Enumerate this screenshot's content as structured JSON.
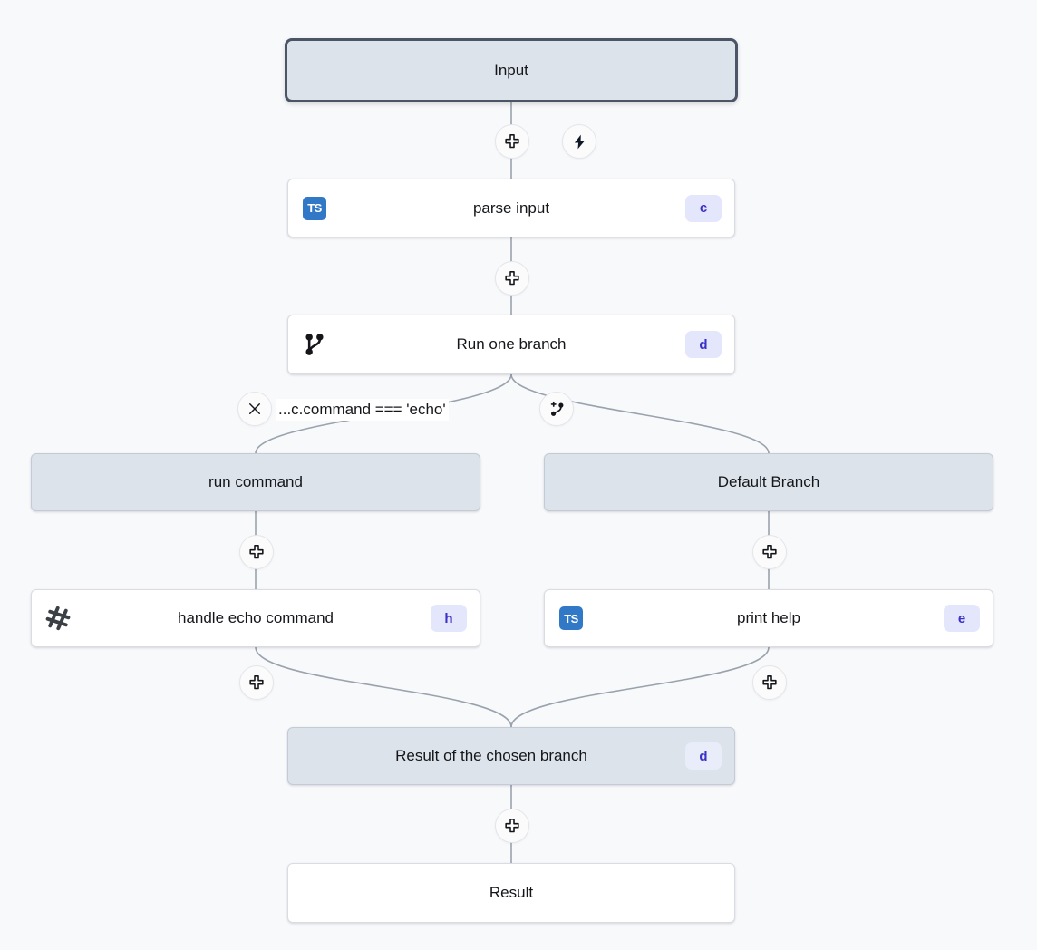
{
  "canvas": {
    "background": "#f8f9fb",
    "node_grey": "#dce3ea",
    "node_white": "#ffffff",
    "badge_bg": "#e4e6fb",
    "badge_fg": "#3b31c6",
    "ts_blue": "#3178c6",
    "edge_color": "#9aa2ad"
  },
  "nodes": {
    "input": {
      "label": "Input"
    },
    "parse_input": {
      "label": "parse input",
      "badge": "c",
      "icon": "typescript-icon"
    },
    "run_one_branch": {
      "label": "Run one branch",
      "badge": "d",
      "icon": "git-branch-icon"
    },
    "branch_left": {
      "label": "run command"
    },
    "branch_right": {
      "label": "Default Branch"
    },
    "handle_echo": {
      "label": "handle echo command",
      "badge": "h",
      "icon": "bash-hash-icon"
    },
    "print_help": {
      "label": "print help",
      "badge": "e",
      "icon": "typescript-icon"
    },
    "result_branch": {
      "label": "Result of the chosen branch",
      "badge": "d"
    },
    "result": {
      "label": "Result"
    }
  },
  "edges": {
    "condition_label": "...c.command === 'echo'"
  },
  "controls": {
    "add_step": "add-step-plus",
    "trigger": "lightning-bolt",
    "delete_branch": "delete-branch-x",
    "add_branch": "add-branch"
  }
}
